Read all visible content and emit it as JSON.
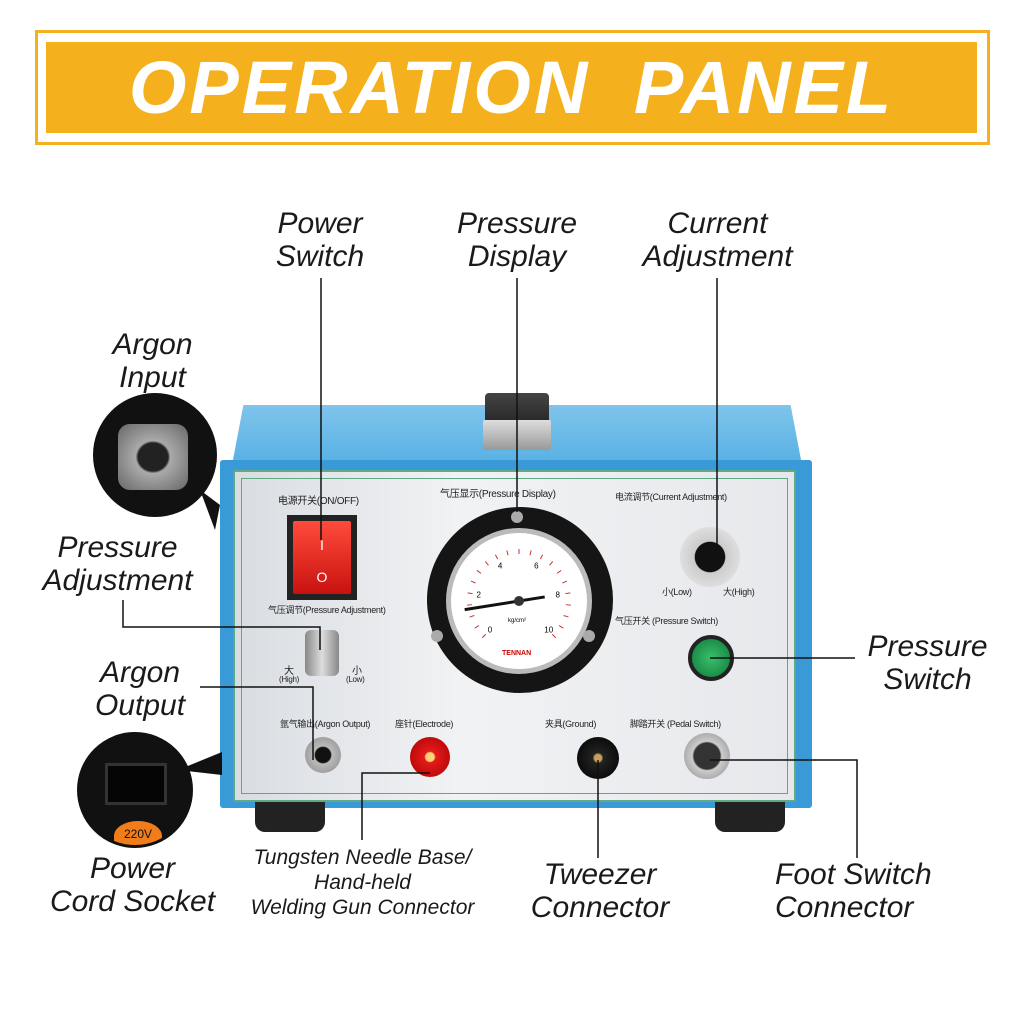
{
  "title": "OPERATION PANEL",
  "labels": {
    "power_switch": [
      "Power",
      "Switch"
    ],
    "pressure_display": [
      "Pressure",
      "Display"
    ],
    "current_adjustment": [
      "Current",
      "Adjustment"
    ],
    "argon_input": [
      "Argon",
      "Input"
    ],
    "pressure_adjustment": [
      "Pressure",
      "Adjustment"
    ],
    "argon_output": [
      "Argon",
      "Output"
    ],
    "power_cord_socket": [
      "Power",
      "Cord Socket"
    ],
    "pressure_switch": [
      "Pressure",
      "Switch"
    ],
    "tungsten": [
      "Tungsten Needle Base/",
      "Hand-held",
      "Welding Gun Connector"
    ],
    "tweezer": [
      "Tweezer",
      "Connector"
    ],
    "foot_switch": [
      "Foot Switch",
      "Connector"
    ]
  },
  "panel": {
    "power": "电源开关(ON/OFF)",
    "pressure_display": "气压显示(Pressure Display)",
    "current_adjustment": "电流调节(Current Adjustment)",
    "pressure_adjustment": "气压调节(Pressure Adjustment)",
    "pressure_switch": "气压开关 (Pressure Switch)",
    "argon_output": "氩气输出(Argon Output)",
    "electrode": "座针(Electrode)",
    "ground": "夹具(Ground)",
    "pedal": "脚踏开关 (Pedal Switch)",
    "low": "小(Low)",
    "high": "大(High)",
    "high_cn": "大",
    "high_en": "(High)",
    "low_cn": "小",
    "low_en": "(Low)",
    "switch_on": "I",
    "switch_off": "O",
    "gauge_unit": "kg/cm²",
    "gauge_brand": "TENNAN",
    "voltage": "220V"
  },
  "gauge": {
    "ticks": [
      "0",
      "2",
      "4",
      "6",
      "8",
      "10"
    ],
    "value": 8
  }
}
